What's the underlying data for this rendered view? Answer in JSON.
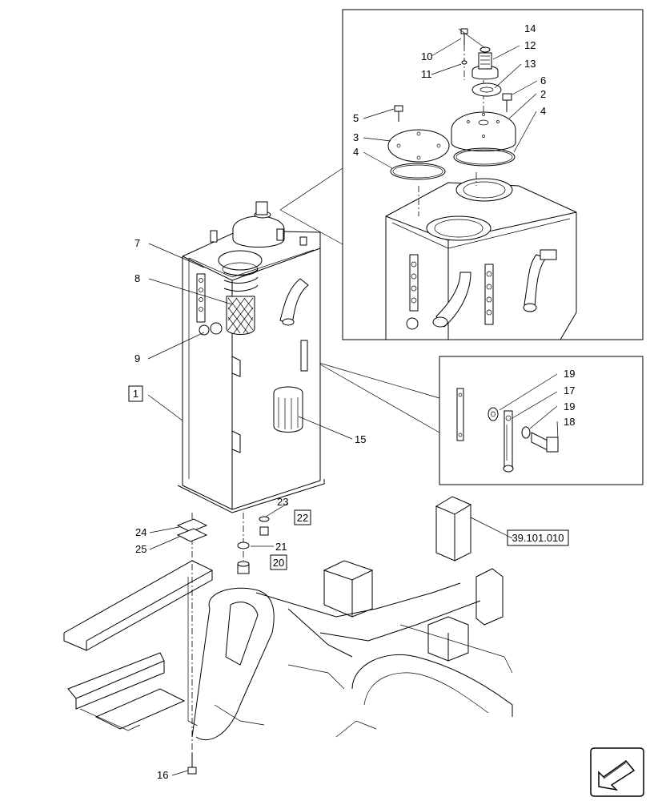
{
  "callouts": {
    "c1": "1",
    "c2": "2",
    "c3": "3",
    "c4a": "4",
    "c4b": "4",
    "c5": "5",
    "c6": "6",
    "c7": "7",
    "c8": "8",
    "c9": "9",
    "c10": "10",
    "c11": "11",
    "c12": "12",
    "c13": "13",
    "c14": "14",
    "c15": "15",
    "c16": "16",
    "c17": "17",
    "c18": "18",
    "c19a": "19",
    "c19b": "19",
    "c20": "20",
    "c21": "21",
    "c22": "22",
    "c23": "23",
    "c24": "24",
    "c25": "25"
  },
  "reference": "39.101.010",
  "nav_icon": "next-page-arrow-icon"
}
